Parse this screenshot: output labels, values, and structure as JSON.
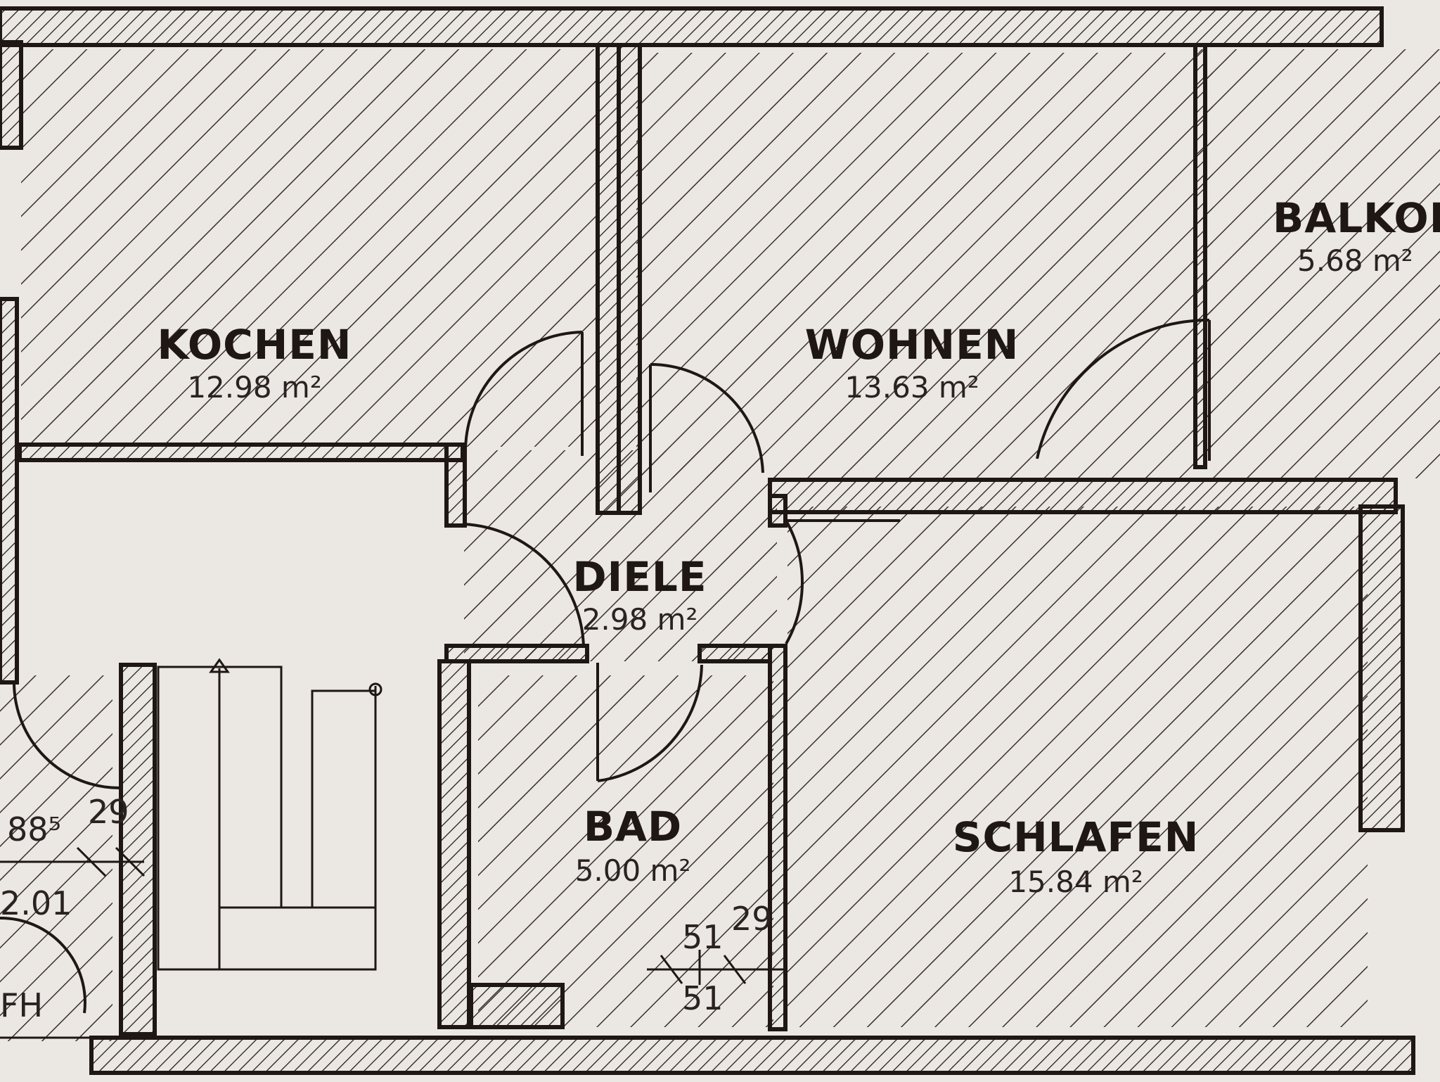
{
  "rooms": [
    {
      "id": "kochen",
      "name": "KOCHEN",
      "area": "12.98 m²"
    },
    {
      "id": "wohnen",
      "name": "WOHNEN",
      "area": "13.63 m²"
    },
    {
      "id": "balkon",
      "name": "BALKON",
      "area": "5.68 m²"
    },
    {
      "id": "diele",
      "name": "DIELE",
      "area": "2.98 m²"
    },
    {
      "id": "bad",
      "name": "BAD",
      "area": "5.00 m²"
    },
    {
      "id": "schlafen",
      "name": "SCHLAFEN",
      "area": "15.84 m²"
    }
  ],
  "dimensions": {
    "left_a": "88⁵",
    "left_b": "29",
    "left_c": "2.01",
    "bad_a": "51",
    "bad_b": "29",
    "bad_c": "51",
    "fh": "FH"
  },
  "colors": {
    "paper": "#ebe7e3",
    "ink": "#1e1714",
    "hatch": "#3a302c"
  }
}
